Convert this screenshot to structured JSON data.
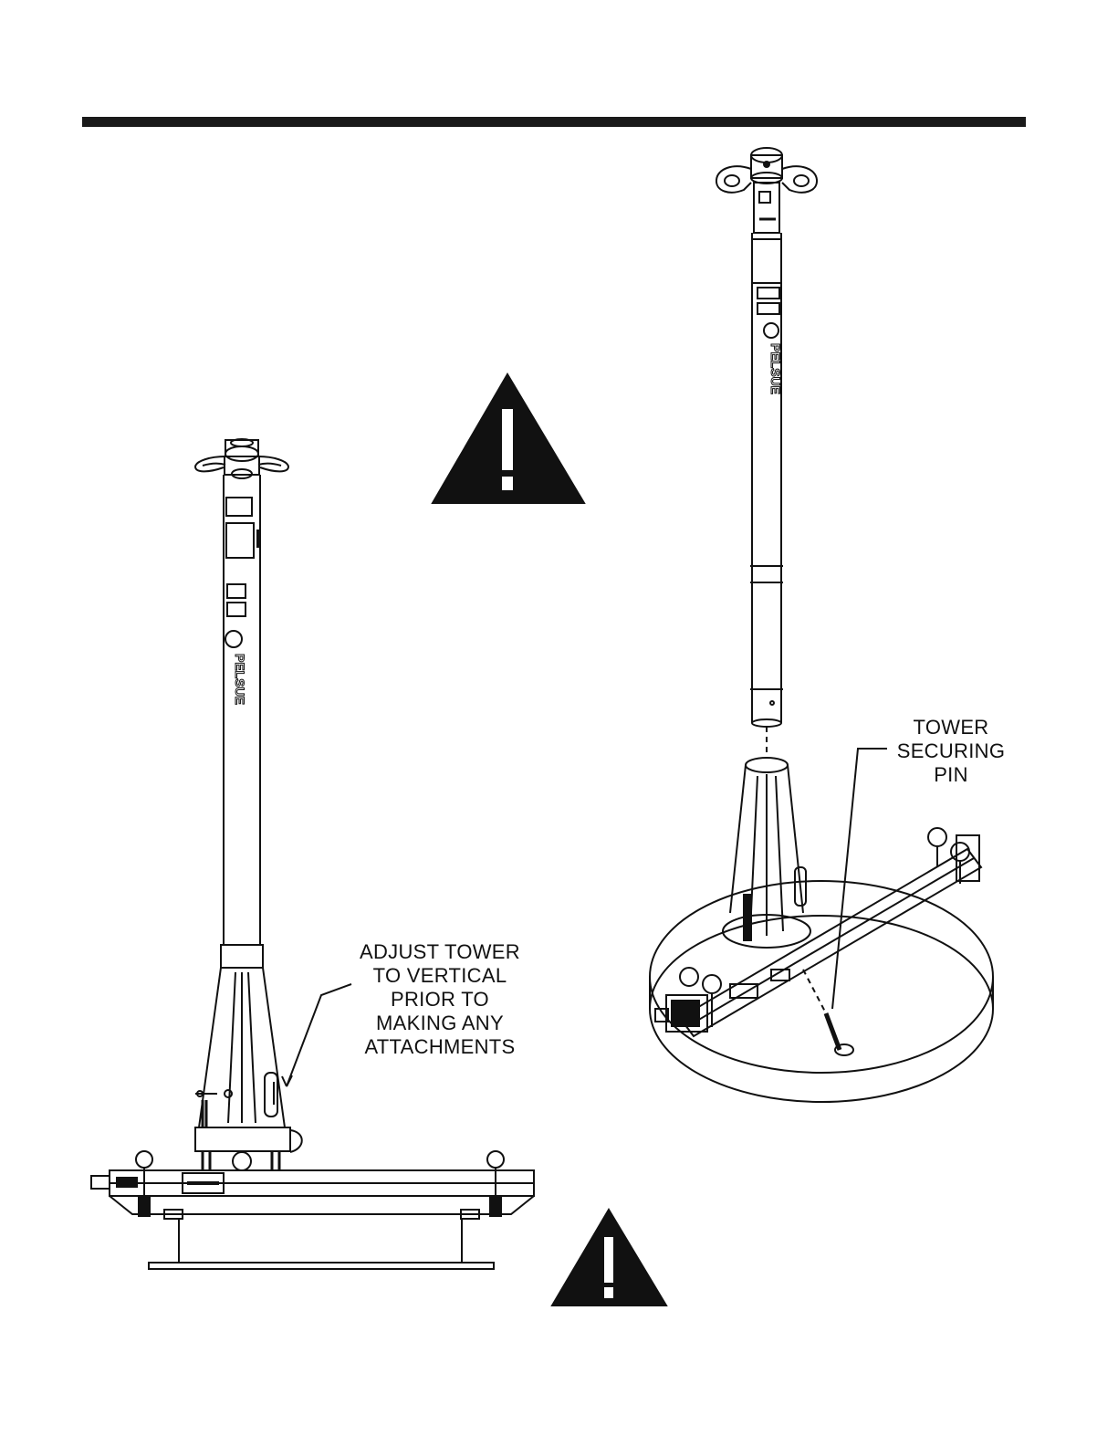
{
  "labels": {
    "adjust": [
      "ADJUST TOWER",
      "TO VERTICAL",
      "PRIOR TO",
      "MAKING ANY",
      "ATTACHMENTS"
    ],
    "pin": [
      "TOWER",
      "SECURING",
      "PIN"
    ]
  },
  "brand": "PELSUE",
  "icons": [
    "warning-triangle-icon",
    "warning-triangle-icon"
  ],
  "colors": {
    "ink": "#1a1a1a",
    "paper": "#ffffff"
  }
}
